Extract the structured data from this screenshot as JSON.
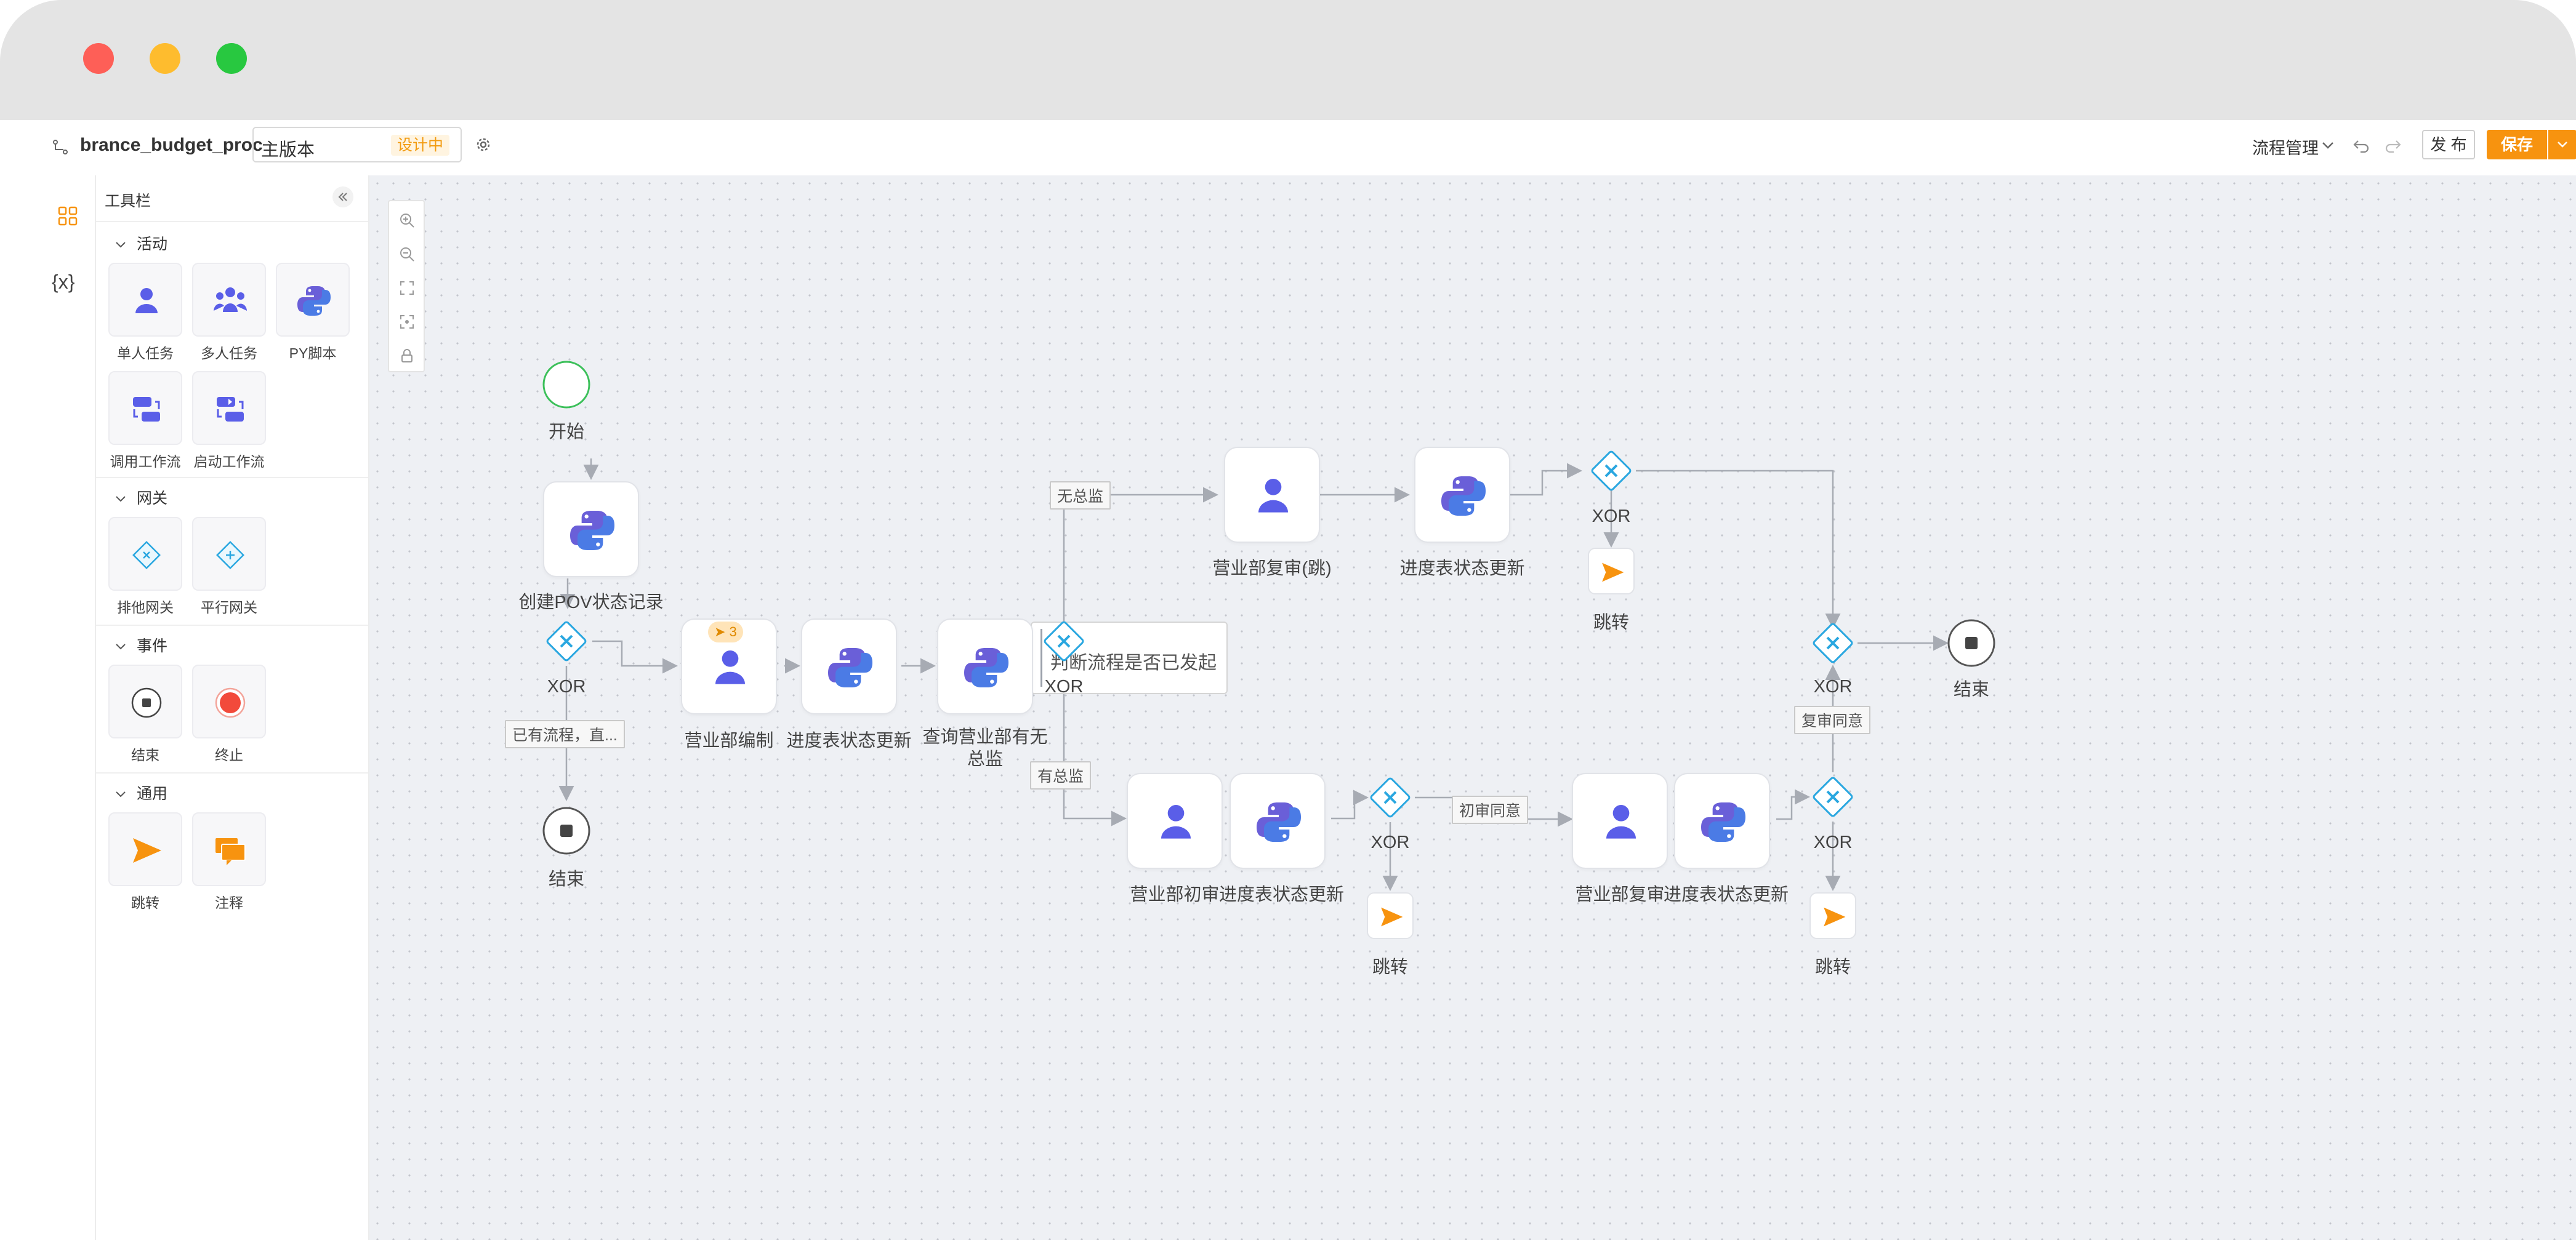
{
  "header": {
    "process_name": "brance_budget_proc",
    "version": "主版本",
    "version_status": "设计中",
    "menu_label": "流程管理",
    "publish_label": "发 布",
    "save_label": "保存"
  },
  "toolbox": {
    "title": "工具栏",
    "sections": {
      "activity": "活动",
      "gateway": "网关",
      "event": "事件",
      "common": "通用"
    },
    "items": {
      "single_task": "单人任务",
      "multi_task": "多人任务",
      "py_script": "PY脚本",
      "call_flow": "调用工作流",
      "start_flow": "启动工作流",
      "exclusive_gw": "排他网关",
      "parallel_gw": "平行网关",
      "end": "结束",
      "terminate": "终止",
      "jump": "跳转",
      "comment": "注释"
    }
  },
  "leftrail": {
    "var_icon": "{x}"
  },
  "diagram": {
    "start": "开始",
    "create_record": "创建POV状态记录",
    "note": "判断流程是否已发起",
    "xor": "XOR",
    "edge_existing": "已有流程，直...",
    "end": "结束",
    "dept_compile": "营业部编制",
    "badge_count": "3",
    "progress_update": "进度表状态更新",
    "query_director": "查询营业部有无总监",
    "edge_no_director": "无总监",
    "edge_has_director": "有总监",
    "dept_review_jump": "营业部复审(跳)",
    "jump": "跳转",
    "dept_first_review": "营业部初审",
    "edge_first_agree": "初审同意",
    "dept_re_review": "营业部复审",
    "edge_re_agree": "复审同意"
  },
  "colors": {
    "accent": "#f7930f",
    "gateway": "#2aa7e0",
    "user_icon": "#5a5ee8",
    "start_circle": "#3cc05a"
  },
  "icons": [
    "flow-icon",
    "gear-icon",
    "chevron-down-icon",
    "undo-icon",
    "redo-icon",
    "grid-icon",
    "variable-icon",
    "user-icon",
    "users-icon",
    "python-icon",
    "call-flow-icon",
    "gateway-icon",
    "stop-icon",
    "jump-icon",
    "comment-icon",
    "zoom-in-icon",
    "zoom-out-icon",
    "fit-icon",
    "lock-icon"
  ]
}
